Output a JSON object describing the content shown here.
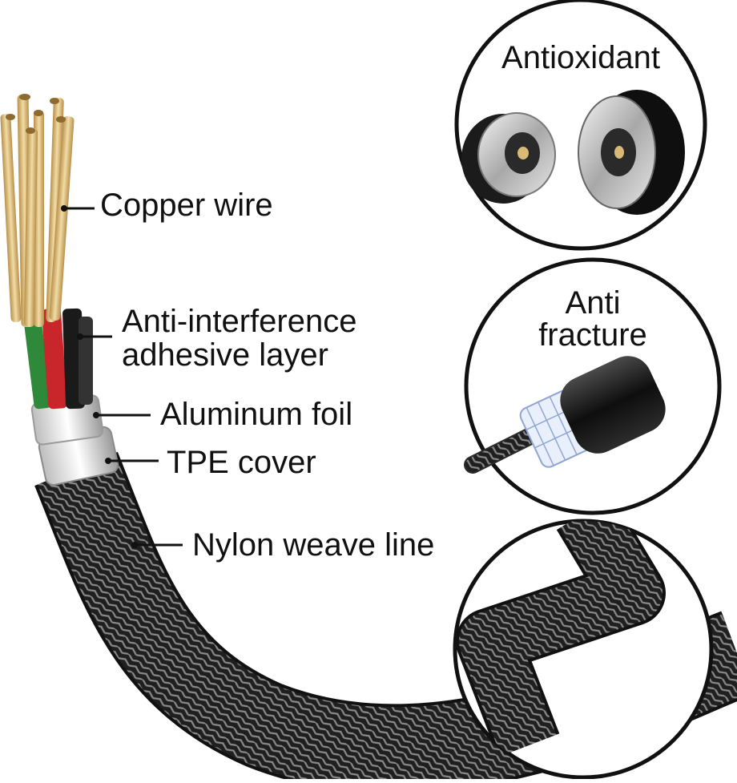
{
  "labels": {
    "copper_wire": "Copper wire",
    "anti_interference_line1": "Anti-interference",
    "anti_interference_line2": "adhesive layer",
    "aluminum_foil": "Aluminum foil",
    "tpe_cover": "TPE cover",
    "nylon_weave_line": "Nylon weave line"
  },
  "features": {
    "antioxidant": "Antioxidant",
    "anti_fracture_line1": "Anti",
    "anti_fracture_line2": "fracture"
  },
  "icons": [
    "magnetic-connector-icon",
    "cable-strain-relief-icon",
    "zigzag-cable-icon"
  ],
  "colors": {
    "wire_green": "#2e8a3a",
    "wire_red": "#c8262b",
    "wire_black": "#1a1a1a",
    "copper": "#d9b978",
    "braid": "#2b2b2b"
  }
}
